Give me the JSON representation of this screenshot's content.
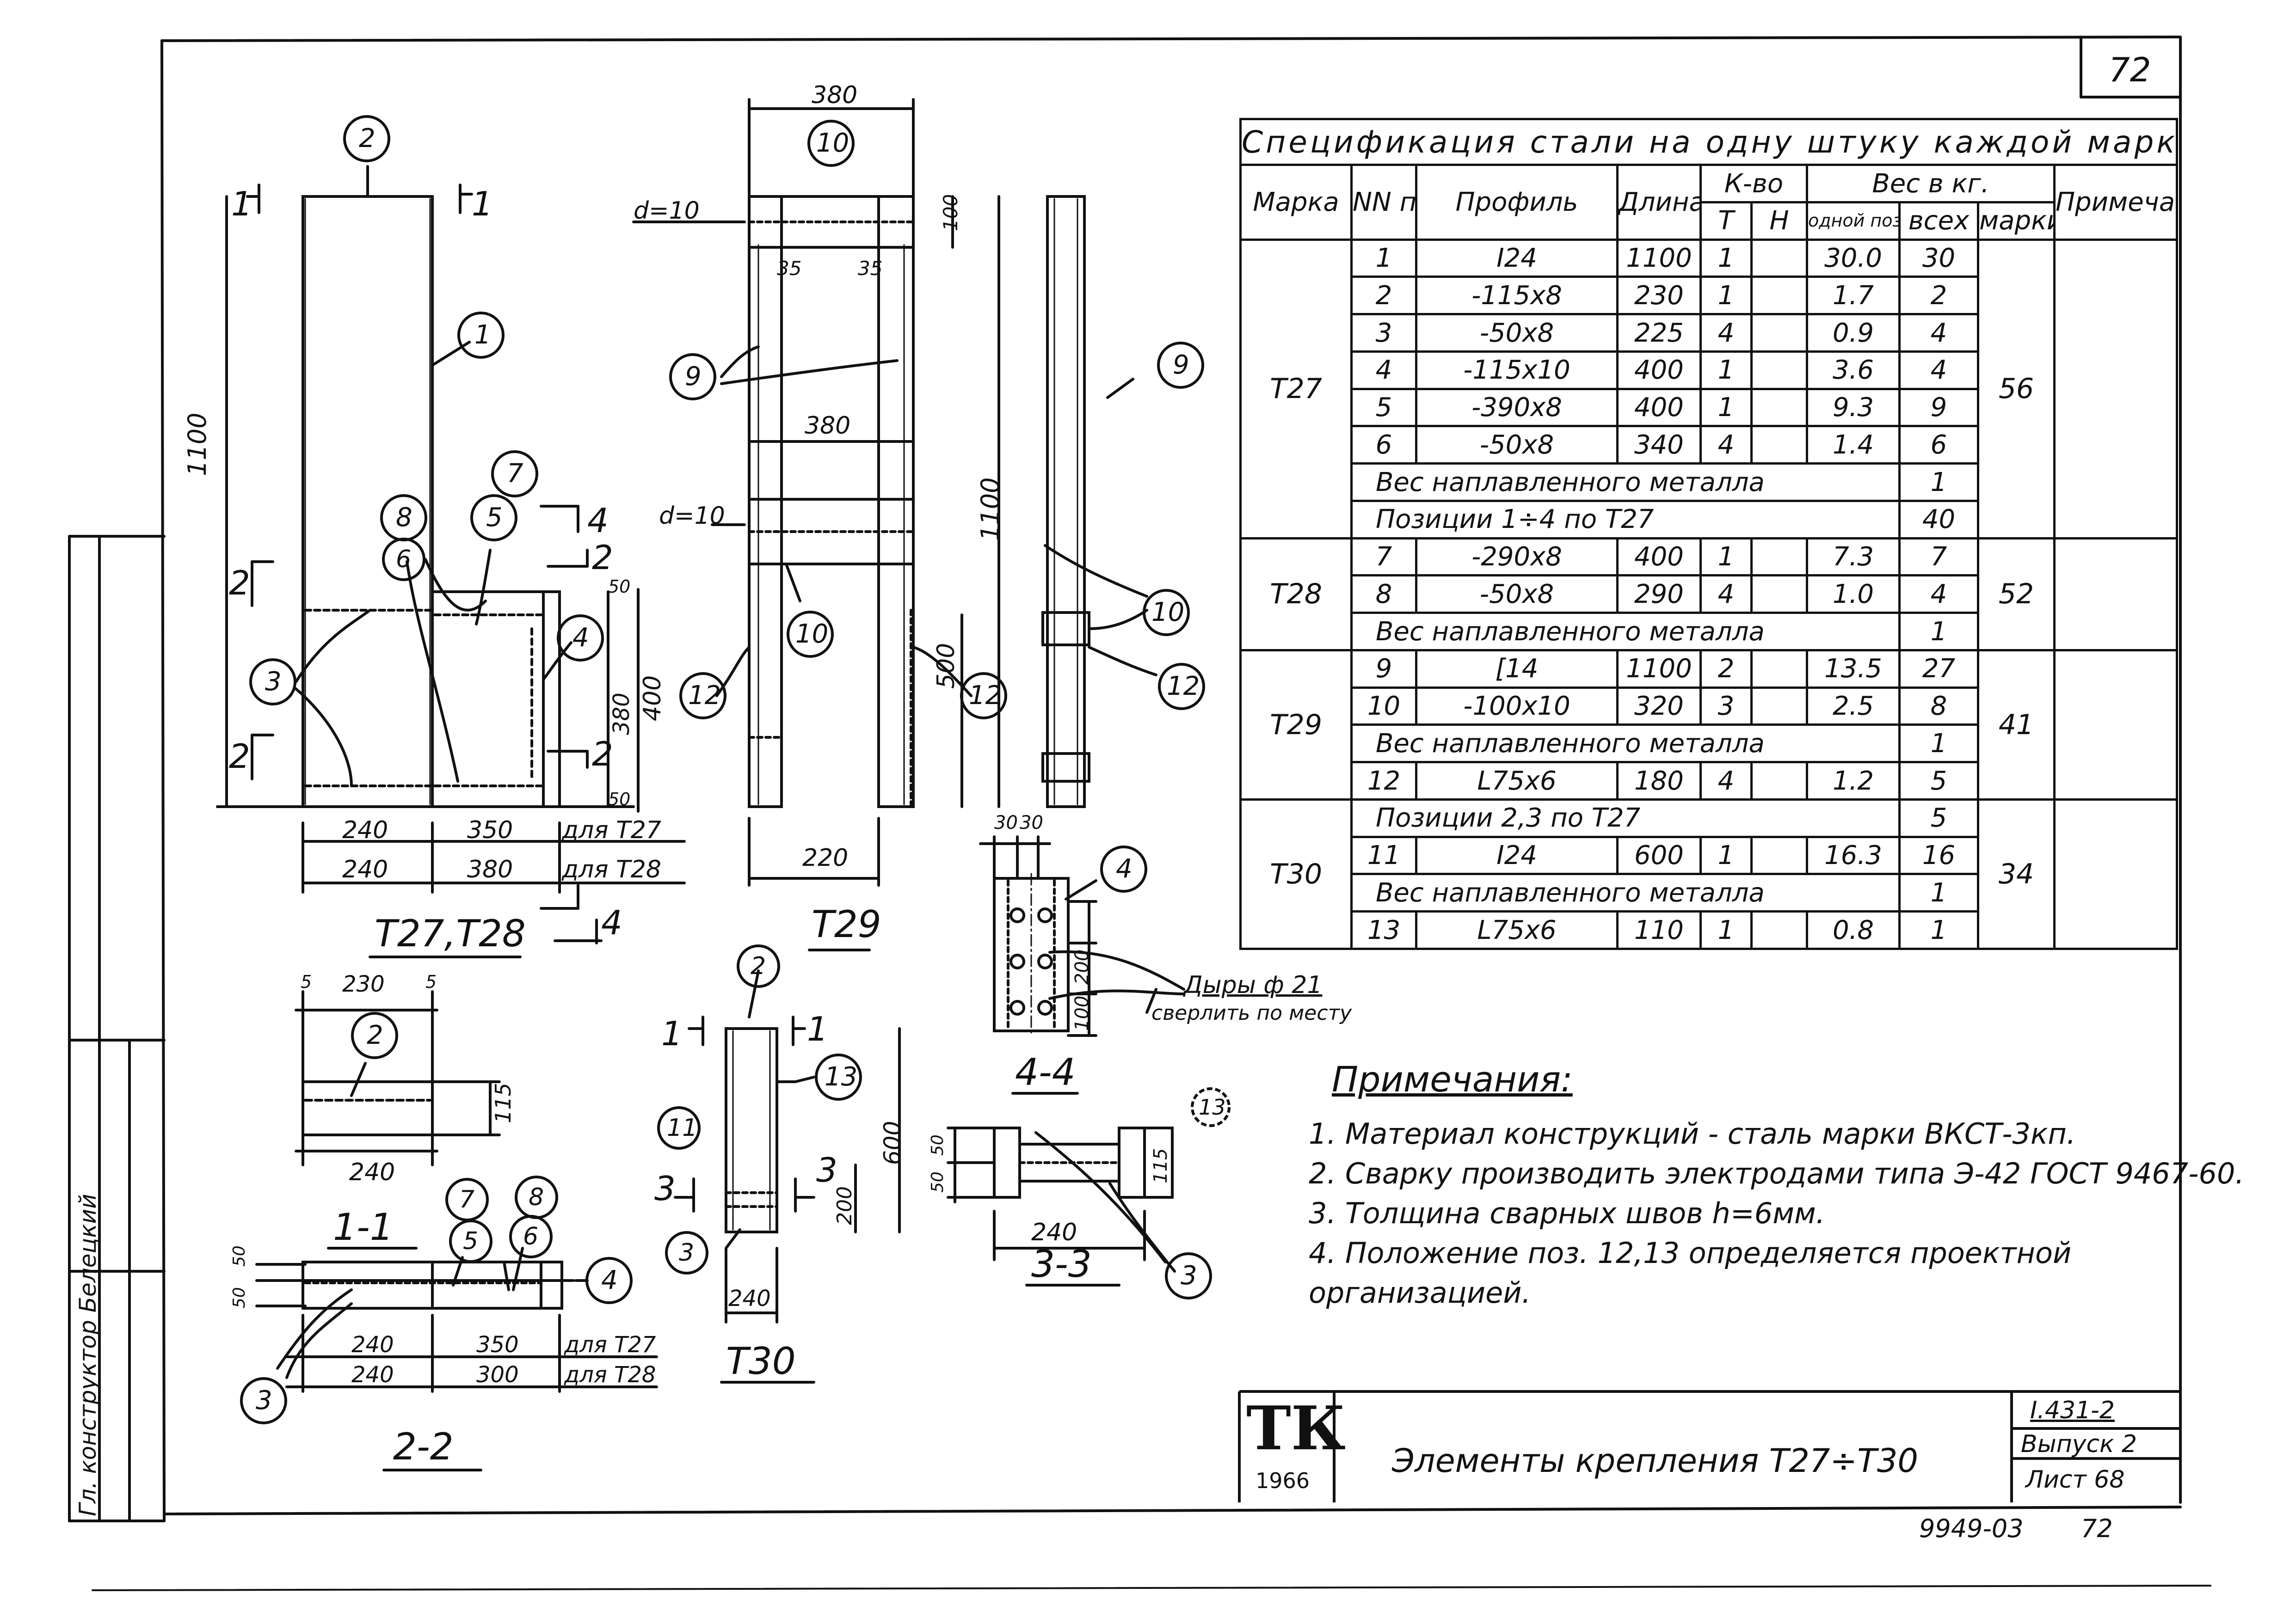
{
  "page_number": "72",
  "spec_table": {
    "title": "Спецификация стали на одну штуку каждой марки",
    "headers": {
      "mark": "Марка",
      "pos": "NN поз.",
      "profile": "Профиль",
      "length": "Длина мм",
      "qty": "К-во",
      "qty_t": "Т",
      "qty_n": "Н",
      "weight": "Вес в кг.",
      "w_one": "одной позиц.",
      "w_all": "всех",
      "w_mark": "марки",
      "note": "Примечания"
    },
    "rows": [
      {
        "mark": "Т27",
        "pos": "1",
        "profile": "I24",
        "len": "1100",
        "t": "1",
        "n": "",
        "one": "30.0",
        "all": "30"
      },
      {
        "mark": "",
        "pos": "2",
        "profile": "-115x8",
        "len": "230",
        "t": "1",
        "n": "",
        "one": "1.7",
        "all": "2"
      },
      {
        "mark": "",
        "pos": "3",
        "profile": "-50x8",
        "len": "225",
        "t": "4",
        "n": "",
        "one": "0.9",
        "all": "4"
      },
      {
        "mark": "",
        "pos": "4",
        "profile": "-115x10",
        "len": "400",
        "t": "1",
        "n": "",
        "one": "3.6",
        "all": "4"
      },
      {
        "mark": "",
        "pos": "5",
        "profile": "-390x8",
        "len": "400",
        "t": "1",
        "n": "",
        "one": "9.3",
        "all": "9"
      },
      {
        "mark": "",
        "pos": "6",
        "profile": "-50x8",
        "len": "340",
        "t": "4",
        "n": "",
        "one": "1.4",
        "all": "6"
      },
      {
        "text": "Вес наплавленного металла",
        "all": "1"
      },
      {
        "text": "Позиции 1÷4 по Т27",
        "all": "40"
      },
      {
        "mark": "Т28",
        "pos": "7",
        "profile": "-290x8",
        "len": "400",
        "t": "1",
        "n": "",
        "one": "7.3",
        "all": "7"
      },
      {
        "mark": "",
        "pos": "8",
        "profile": "-50x8",
        "len": "290",
        "t": "4",
        "n": "",
        "one": "1.0",
        "all": "4"
      },
      {
        "text": "Вес наплавленного металла",
        "all": "1"
      },
      {
        "mark": "Т29",
        "pos": "9",
        "profile": "[14",
        "len": "1100",
        "t": "2",
        "n": "",
        "one": "13.5",
        "all": "27"
      },
      {
        "mark": "",
        "pos": "10",
        "profile": "-100x10",
        "len": "320",
        "t": "3",
        "n": "",
        "one": "2.5",
        "all": "8"
      },
      {
        "text": "Вес наплавленного металла",
        "all": "1"
      },
      {
        "mark": "",
        "pos": "12",
        "profile": "L75x6",
        "len": "180",
        "t": "4",
        "n": "",
        "one": "1.2",
        "all": "5"
      },
      {
        "text": "Позиции 2,3 по Т27",
        "all": "5"
      },
      {
        "mark": "Т30",
        "pos": "11",
        "profile": "I24",
        "len": "600",
        "t": "1",
        "n": "",
        "one": "16.3",
        "all": "16"
      },
      {
        "text": "Вес наплавленного металла",
        "all": "1"
      },
      {
        "mark": "",
        "pos": "13",
        "profile": "L75x6",
        "len": "110",
        "t": "1",
        "n": "",
        "one": "0.8",
        "all": "1"
      }
    ],
    "mark_weights": {
      "t27": "56",
      "t28": "52",
      "t29": "41",
      "t30": "34"
    }
  },
  "drawings": {
    "view_t27_t28": "Т27,Т28",
    "view_t29": "Т29",
    "view_t30": "Т30",
    "sec_1_1": "1-1",
    "sec_2_2": "2-2",
    "sec_3_3": "3-3",
    "sec_4_4": "4-4",
    "dims": {
      "d1100": "1100",
      "d400": "400",
      "d380": "380",
      "d240": "240",
      "d350": "350",
      "d300": "300",
      "d50": "50",
      "d230": "230",
      "d115": "115",
      "d5": "5",
      "d220": "220",
      "d500": "500",
      "d100": "100",
      "d35": "35",
      "d30": "30",
      "d200": "200",
      "d600": "600",
      "d10": "d=10",
      "for_t27": "для Т27",
      "for_t28": "для Т28"
    },
    "holes_note": "Дыры ф 21",
    "holes_note2": "сверлить по месту",
    "cut_labels": {
      "one": "1",
      "two": "2",
      "three": "3",
      "four": "4"
    },
    "callouts": [
      "1",
      "2",
      "3",
      "4",
      "5",
      "6",
      "7",
      "8",
      "9",
      "10",
      "11",
      "12",
      "13"
    ]
  },
  "notes": {
    "title": "Примечания:",
    "items": [
      "1. Материал конструкций - сталь марки ВКСТ-3кп.",
      "2. Сварку производить электродами типа Э-42 ГОСТ 9467-60.",
      "3. Толщина сварных швов h=6мм.",
      "4. Положение поз. 12,13 определяется проектной организацией."
    ]
  },
  "stamp": {
    "logo": "ТК",
    "year": "1966",
    "title": "Элементы крепления Т27÷Т30",
    "series": "I.431-2",
    "issue": "Выпуск 2",
    "sheet": "Лист 68",
    "code": "9949-03",
    "code_page": "72"
  },
  "side_stamp": {
    "text": "Гл. конструктор Белецкий"
  }
}
